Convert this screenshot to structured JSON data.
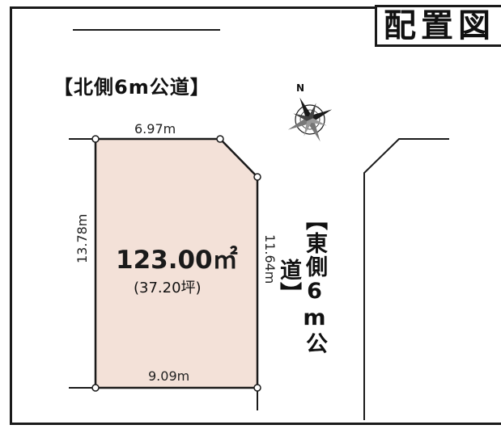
{
  "title": "配置図",
  "north_road": "【北側6m公道】",
  "east_road": "【東側6m公道】",
  "lot": {
    "area": "123.00㎡",
    "area_tsubo": "(37.20坪)",
    "top_side": "6.97m",
    "bottom_side": "9.09m",
    "left_side": "13.78m",
    "right_side": "11.64m"
  },
  "compass": {
    "label": "N"
  },
  "colors": {
    "lot_fill": "#f3e1d8",
    "line": "#1a1a1a"
  }
}
